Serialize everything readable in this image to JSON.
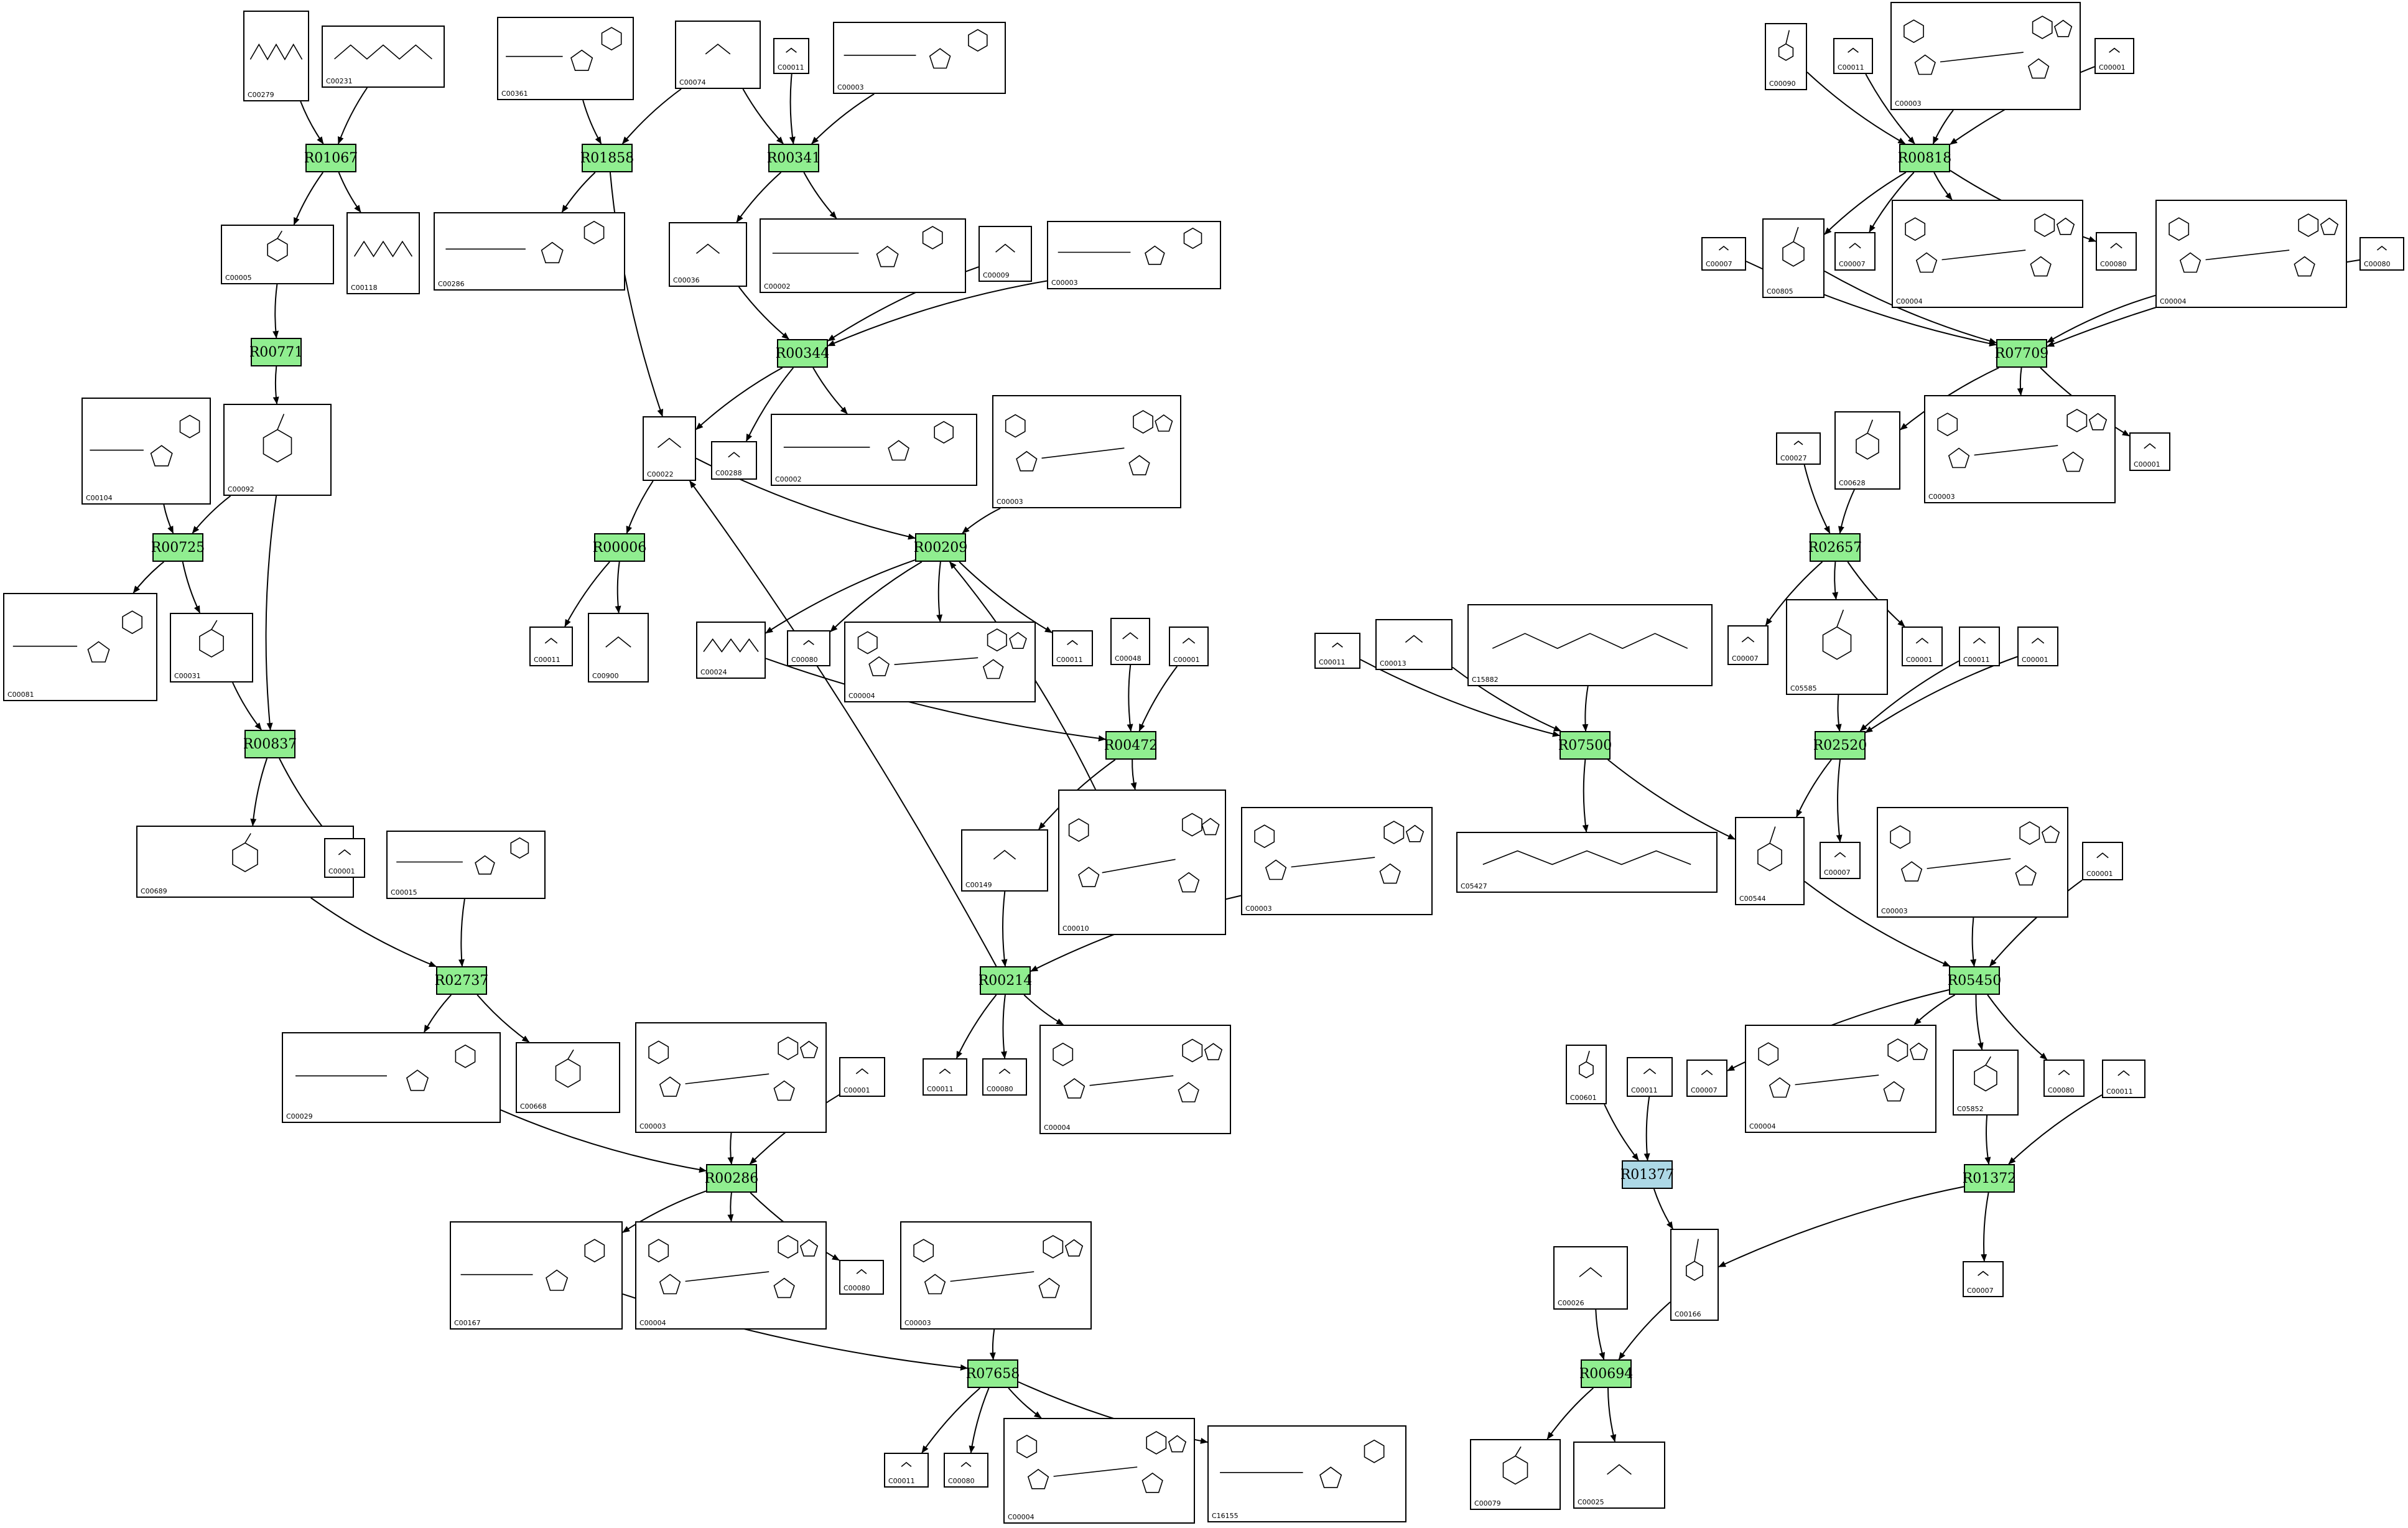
{
  "colors": {
    "reaction_fill": "#90EE90",
    "reaction_highlight": "#ADD8E6",
    "stroke": "#000000",
    "background": "#FFFFFF"
  },
  "reactions": [
    {
      "id": "R01067",
      "label": "R01067",
      "state": "normal"
    },
    {
      "id": "R01858",
      "label": "R01858",
      "state": "normal"
    },
    {
      "id": "R00341",
      "label": "R00341",
      "state": "normal"
    },
    {
      "id": "R00771",
      "label": "R00771",
      "state": "normal"
    },
    {
      "id": "R00344",
      "label": "R00344",
      "state": "normal"
    },
    {
      "id": "R00725",
      "label": "R00725",
      "state": "normal"
    },
    {
      "id": "R00006",
      "label": "R00006",
      "state": "normal"
    },
    {
      "id": "R00209",
      "label": "R00209",
      "state": "normal"
    },
    {
      "id": "R00837",
      "label": "R00837",
      "state": "normal"
    },
    {
      "id": "R00472",
      "label": "R00472",
      "state": "normal"
    },
    {
      "id": "R02737",
      "label": "R02737",
      "state": "normal"
    },
    {
      "id": "R00214",
      "label": "R00214",
      "state": "normal"
    },
    {
      "id": "R00286",
      "label": "R00286",
      "state": "normal"
    },
    {
      "id": "R07658",
      "label": "R07658",
      "state": "normal"
    },
    {
      "id": "R00818",
      "label": "R00818",
      "state": "normal"
    },
    {
      "id": "R07709",
      "label": "R07709",
      "state": "normal"
    },
    {
      "id": "R02657",
      "label": "R02657",
      "state": "normal"
    },
    {
      "id": "R07500",
      "label": "R07500",
      "state": "normal"
    },
    {
      "id": "R02520",
      "label": "R02520",
      "state": "normal"
    },
    {
      "id": "R05450",
      "label": "R05450",
      "state": "normal"
    },
    {
      "id": "R01377",
      "label": "R01377",
      "state": "highlight"
    },
    {
      "id": "R01372",
      "label": "R01372",
      "state": "normal"
    },
    {
      "id": "R00694",
      "label": "R00694",
      "state": "normal"
    }
  ],
  "compounds": [
    {
      "id": "n01",
      "label": "C00279",
      "mol": "chain"
    },
    {
      "id": "n02",
      "label": "C00231",
      "mol": "chain"
    },
    {
      "id": "n03",
      "label": "C00361",
      "mol": "nucleotide"
    },
    {
      "id": "n04",
      "label": "C00074",
      "mol": "small"
    },
    {
      "id": "n05",
      "label": "C00011",
      "mol": "small"
    },
    {
      "id": "n06",
      "label": "C00003",
      "mol": "nucleotide"
    },
    {
      "id": "n07",
      "label": "C00005",
      "mol": "ring"
    },
    {
      "id": "n08",
      "label": "C00118",
      "mol": "chain"
    },
    {
      "id": "n09",
      "label": "C00286",
      "mol": "nucleotide"
    },
    {
      "id": "n10",
      "label": "C00036",
      "mol": "small"
    },
    {
      "id": "n11",
      "label": "C00002",
      "mol": "nucleotide"
    },
    {
      "id": "n12",
      "label": "C00009",
      "mol": "small"
    },
    {
      "id": "n13",
      "label": "C00003",
      "mol": "nucleotide"
    },
    {
      "id": "n14",
      "label": "C00104",
      "mol": "nucleotide"
    },
    {
      "id": "n15",
      "label": "C00092",
      "mol": "ring"
    },
    {
      "id": "n16",
      "label": "C00022",
      "mol": "small"
    },
    {
      "id": "n17",
      "label": "C00288",
      "mol": "small"
    },
    {
      "id": "n18",
      "label": "C00002",
      "mol": "nucleotide"
    },
    {
      "id": "n19",
      "label": "C00003",
      "mol": "dinucleotide"
    },
    {
      "id": "n20",
      "label": "C00081",
      "mol": "nucleotide"
    },
    {
      "id": "n21",
      "label": "C00031",
      "mol": "ring"
    },
    {
      "id": "n22",
      "label": "C00011",
      "mol": "small"
    },
    {
      "id": "n23",
      "label": "C00900",
      "mol": "small"
    },
    {
      "id": "n24",
      "label": "C00024",
      "mol": "chain"
    },
    {
      "id": "n25",
      "label": "C00080",
      "mol": "small"
    },
    {
      "id": "n26",
      "label": "C00004",
      "mol": "dinucleotide"
    },
    {
      "id": "n27",
      "label": "C00011",
      "mol": "small"
    },
    {
      "id": "n28",
      "label": "C00048",
      "mol": "small"
    },
    {
      "id": "n29",
      "label": "C00001",
      "mol": "small"
    },
    {
      "id": "n30",
      "label": "C00689",
      "mol": "ring"
    },
    {
      "id": "n31",
      "label": "C00001",
      "mol": "small"
    },
    {
      "id": "n32",
      "label": "C00015",
      "mol": "nucleotide"
    },
    {
      "id": "n33",
      "label": "C00149",
      "mol": "small"
    },
    {
      "id": "n34",
      "label": "C00010",
      "mol": "dinucleotide"
    },
    {
      "id": "n35",
      "label": "C00003",
      "mol": "dinucleotide"
    },
    {
      "id": "n36",
      "label": "C00029",
      "mol": "nucleotide"
    },
    {
      "id": "n37",
      "label": "C00668",
      "mol": "ring"
    },
    {
      "id": "n38",
      "label": "C00003",
      "mol": "dinucleotide"
    },
    {
      "id": "n39",
      "label": "C00001",
      "mol": "small"
    },
    {
      "id": "n40",
      "label": "C00011",
      "mol": "small"
    },
    {
      "id": "n41",
      "label": "C00080",
      "mol": "small"
    },
    {
      "id": "n42",
      "label": "C00004",
      "mol": "dinucleotide"
    },
    {
      "id": "n43",
      "label": "C00167",
      "mol": "nucleotide"
    },
    {
      "id": "n44",
      "label": "C00004",
      "mol": "dinucleotide"
    },
    {
      "id": "n45",
      "label": "C00080",
      "mol": "small"
    },
    {
      "id": "n46",
      "label": "C00003",
      "mol": "dinucleotide"
    },
    {
      "id": "n47",
      "label": "C00011",
      "mol": "small"
    },
    {
      "id": "n48",
      "label": "C00080",
      "mol": "small"
    },
    {
      "id": "n49",
      "label": "C00004",
      "mol": "dinucleotide"
    },
    {
      "id": "n50",
      "label": "C16155",
      "mol": "nucleotide"
    },
    {
      "id": "m01",
      "label": "C00090",
      "mol": "ring"
    },
    {
      "id": "m02",
      "label": "C00011",
      "mol": "small"
    },
    {
      "id": "m03",
      "label": "C00003",
      "mol": "dinucleotide"
    },
    {
      "id": "m04",
      "label": "C00001",
      "mol": "small"
    },
    {
      "id": "m05",
      "label": "C00007",
      "mol": "small"
    },
    {
      "id": "m06",
      "label": "C00805",
      "mol": "ring"
    },
    {
      "id": "m07",
      "label": "C00007",
      "mol": "small"
    },
    {
      "id": "m08",
      "label": "C00004",
      "mol": "dinucleotide"
    },
    {
      "id": "m09",
      "label": "C00080",
      "mol": "small"
    },
    {
      "id": "m10",
      "label": "C00004",
      "mol": "dinucleotide"
    },
    {
      "id": "m11",
      "label": "C00080",
      "mol": "small"
    },
    {
      "id": "m12",
      "label": "C00027",
      "mol": "small"
    },
    {
      "id": "m13",
      "label": "C00628",
      "mol": "ring"
    },
    {
      "id": "m14",
      "label": "C00003",
      "mol": "dinucleotide"
    },
    {
      "id": "m15",
      "label": "C00001",
      "mol": "small"
    },
    {
      "id": "m16",
      "label": "C00011",
      "mol": "small"
    },
    {
      "id": "m17",
      "label": "C00013",
      "mol": "small"
    },
    {
      "id": "m18",
      "label": "C15882",
      "mol": "chain"
    },
    {
      "id": "m19",
      "label": "C00007",
      "mol": "small"
    },
    {
      "id": "m20",
      "label": "C05585",
      "mol": "ring"
    },
    {
      "id": "m21",
      "label": "C00001",
      "mol": "small"
    },
    {
      "id": "m22",
      "label": "C00011",
      "mol": "small"
    },
    {
      "id": "m23",
      "label": "C00001",
      "mol": "small"
    },
    {
      "id": "m24",
      "label": "C05427",
      "mol": "chain"
    },
    {
      "id": "m25",
      "label": "C00544",
      "mol": "ring"
    },
    {
      "id": "m26",
      "label": "C00007",
      "mol": "small"
    },
    {
      "id": "m27",
      "label": "C00003",
      "mol": "dinucleotide"
    },
    {
      "id": "m28",
      "label": "C00001",
      "mol": "small"
    },
    {
      "id": "m29",
      "label": "C00601",
      "mol": "ring"
    },
    {
      "id": "m30",
      "label": "C00011",
      "mol": "small"
    },
    {
      "id": "m31",
      "label": "C00007",
      "mol": "small"
    },
    {
      "id": "m32",
      "label": "C00004",
      "mol": "dinucleotide"
    },
    {
      "id": "m33",
      "label": "C05852",
      "mol": "ring"
    },
    {
      "id": "m34",
      "label": "C00080",
      "mol": "small"
    },
    {
      "id": "m35",
      "label": "C00011",
      "mol": "small"
    },
    {
      "id": "m36",
      "label": "C00026",
      "mol": "small"
    },
    {
      "id": "m37",
      "label": "C00166",
      "mol": "ring"
    },
    {
      "id": "m38",
      "label": "C00007",
      "mol": "small"
    },
    {
      "id": "m39",
      "label": "C00079",
      "mol": "ring"
    },
    {
      "id": "m40",
      "label": "C00025",
      "mol": "small"
    }
  ],
  "edges": [
    [
      "n01",
      "R01067"
    ],
    [
      "n02",
      "R01067"
    ],
    [
      "R01067",
      "n07"
    ],
    [
      "R01067",
      "n08"
    ],
    [
      "n03",
      "R01858"
    ],
    [
      "n04",
      "R01858"
    ],
    [
      "R01858",
      "n09"
    ],
    [
      "R01858",
      "n16"
    ],
    [
      "n04",
      "R00341"
    ],
    [
      "n05",
      "R00341"
    ],
    [
      "n06",
      "R00341"
    ],
    [
      "R00341",
      "n10"
    ],
    [
      "R00341",
      "n11"
    ],
    [
      "n07",
      "R00771"
    ],
    [
      "R00771",
      "n15"
    ],
    [
      "n10",
      "R00344"
    ],
    [
      "n12",
      "R00344"
    ],
    [
      "n13",
      "R00344"
    ],
    [
      "R00344",
      "n16"
    ],
    [
      "R00344",
      "n17"
    ],
    [
      "R00344",
      "n18"
    ],
    [
      "n14",
      "R00725"
    ],
    [
      "n15",
      "R00725"
    ],
    [
      "R00725",
      "n20"
    ],
    [
      "R00725",
      "n21"
    ],
    [
      "n16",
      "R00006"
    ],
    [
      "R00006",
      "n22"
    ],
    [
      "R00006",
      "n23"
    ],
    [
      "n16",
      "R00209"
    ],
    [
      "n19",
      "R00209"
    ],
    [
      "R00209",
      "n24"
    ],
    [
      "R00209",
      "n25"
    ],
    [
      "R00209",
      "n26"
    ],
    [
      "R00209",
      "n27"
    ],
    [
      "n15",
      "R00837"
    ],
    [
      "n21",
      "R00837"
    ],
    [
      "R00837",
      "n30"
    ],
    [
      "R00837",
      "n31"
    ],
    [
      "n24",
      "R00472"
    ],
    [
      "n28",
      "R00472"
    ],
    [
      "n29",
      "R00472"
    ],
    [
      "R00472",
      "n33"
    ],
    [
      "R00472",
      "n34"
    ],
    [
      "n34",
      "R00209"
    ],
    [
      "n30",
      "R02737"
    ],
    [
      "n32",
      "R02737"
    ],
    [
      "R02737",
      "n36"
    ],
    [
      "R02737",
      "n37"
    ],
    [
      "n33",
      "R00214"
    ],
    [
      "n35",
      "R00214"
    ],
    [
      "R00214",
      "n40"
    ],
    [
      "R00214",
      "n41"
    ],
    [
      "R00214",
      "n42"
    ],
    [
      "R00214",
      "n16"
    ],
    [
      "n36",
      "R00286"
    ],
    [
      "n38",
      "R00286"
    ],
    [
      "n39",
      "R00286"
    ],
    [
      "R00286",
      "n43"
    ],
    [
      "R00286",
      "n44"
    ],
    [
      "R00286",
      "n45"
    ],
    [
      "n43",
      "R07658"
    ],
    [
      "n46",
      "R07658"
    ],
    [
      "R07658",
      "n47"
    ],
    [
      "R07658",
      "n48"
    ],
    [
      "R07658",
      "n49"
    ],
    [
      "R07658",
      "n50"
    ],
    [
      "m01",
      "R00818"
    ],
    [
      "m02",
      "R00818"
    ],
    [
      "m03",
      "R00818"
    ],
    [
      "m04",
      "R00818"
    ],
    [
      "R00818",
      "m06"
    ],
    [
      "R00818",
      "m07"
    ],
    [
      "R00818",
      "m08"
    ],
    [
      "R00818",
      "m09"
    ],
    [
      "m05",
      "R07709"
    ],
    [
      "m06",
      "R07709"
    ],
    [
      "m10",
      "R07709"
    ],
    [
      "m11",
      "R07709"
    ],
    [
      "R07709",
      "m13"
    ],
    [
      "R07709",
      "m14"
    ],
    [
      "R07709",
      "m15"
    ],
    [
      "m12",
      "R02657"
    ],
    [
      "m13",
      "R02657"
    ],
    [
      "R02657",
      "m19"
    ],
    [
      "R02657",
      "m20"
    ],
    [
      "R02657",
      "m21"
    ],
    [
      "m16",
      "R07500"
    ],
    [
      "m17",
      "R07500"
    ],
    [
      "m18",
      "R07500"
    ],
    [
      "R07500",
      "m24"
    ],
    [
      "R07500",
      "m25"
    ],
    [
      "m20",
      "R02520"
    ],
    [
      "m22",
      "R02520"
    ],
    [
      "m23",
      "R02520"
    ],
    [
      "R02520",
      "m25"
    ],
    [
      "R02520",
      "m26"
    ],
    [
      "m25",
      "R05450"
    ],
    [
      "m27",
      "R05450"
    ],
    [
      "m28",
      "R05450"
    ],
    [
      "R05450",
      "m31"
    ],
    [
      "R05450",
      "m32"
    ],
    [
      "R05450",
      "m33"
    ],
    [
      "R05450",
      "m34"
    ],
    [
      "m29",
      "R01377"
    ],
    [
      "m30",
      "R01377"
    ],
    [
      "R01377",
      "m37"
    ],
    [
      "m33",
      "R01372"
    ],
    [
      "m35",
      "R01372"
    ],
    [
      "R01372",
      "m37"
    ],
    [
      "R01372",
      "m38"
    ],
    [
      "m36",
      "R00694"
    ],
    [
      "m37",
      "R00694"
    ],
    [
      "R00694",
      "m39"
    ],
    [
      "R00694",
      "m40"
    ]
  ]
}
